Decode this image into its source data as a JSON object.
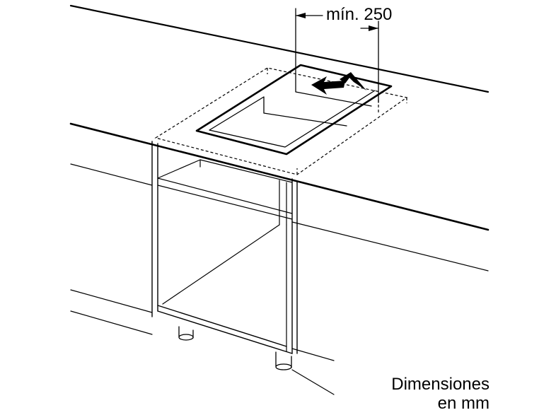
{
  "dimension_label": "mín. 250",
  "units_note": {
    "line1": "Dimensiones",
    "line2": "en mm"
  }
}
